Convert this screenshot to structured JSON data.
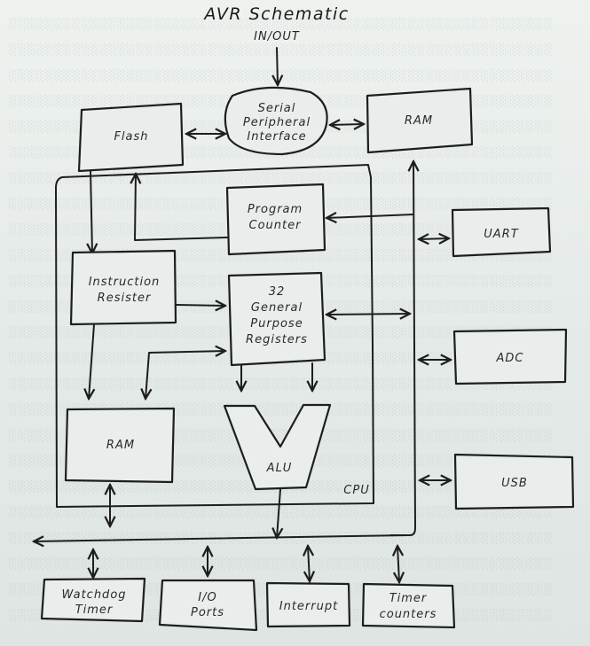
{
  "diagram": {
    "title": "AVR Schematic",
    "io_label": "IN/OUT",
    "cpu_label": "CPU",
    "blocks": {
      "flash": [
        "Flash"
      ],
      "spi": [
        "Serial",
        "Peripheral",
        "Interface"
      ],
      "ram_top": [
        "RAM"
      ],
      "program_counter": [
        "Program",
        "Counter"
      ],
      "uart": [
        "UART"
      ],
      "instruction_register": [
        "Instruction",
        "Resister"
      ],
      "gp_registers": [
        "32",
        "General",
        "Purpose",
        "Registers"
      ],
      "adc": [
        "ADC"
      ],
      "ram_cpu": [
        "RAM"
      ],
      "alu": [
        "ALU"
      ],
      "usb": [
        "USB"
      ],
      "watchdog": [
        "Watchdog",
        "Timer"
      ],
      "io_ports": [
        "I/O",
        "Ports"
      ],
      "interrupt": [
        "Interrupt"
      ],
      "timer_counters": [
        "Timer",
        "counters"
      ]
    },
    "colors": {
      "ink": "#1e1e1e",
      "paper": "#e6ecea"
    }
  }
}
